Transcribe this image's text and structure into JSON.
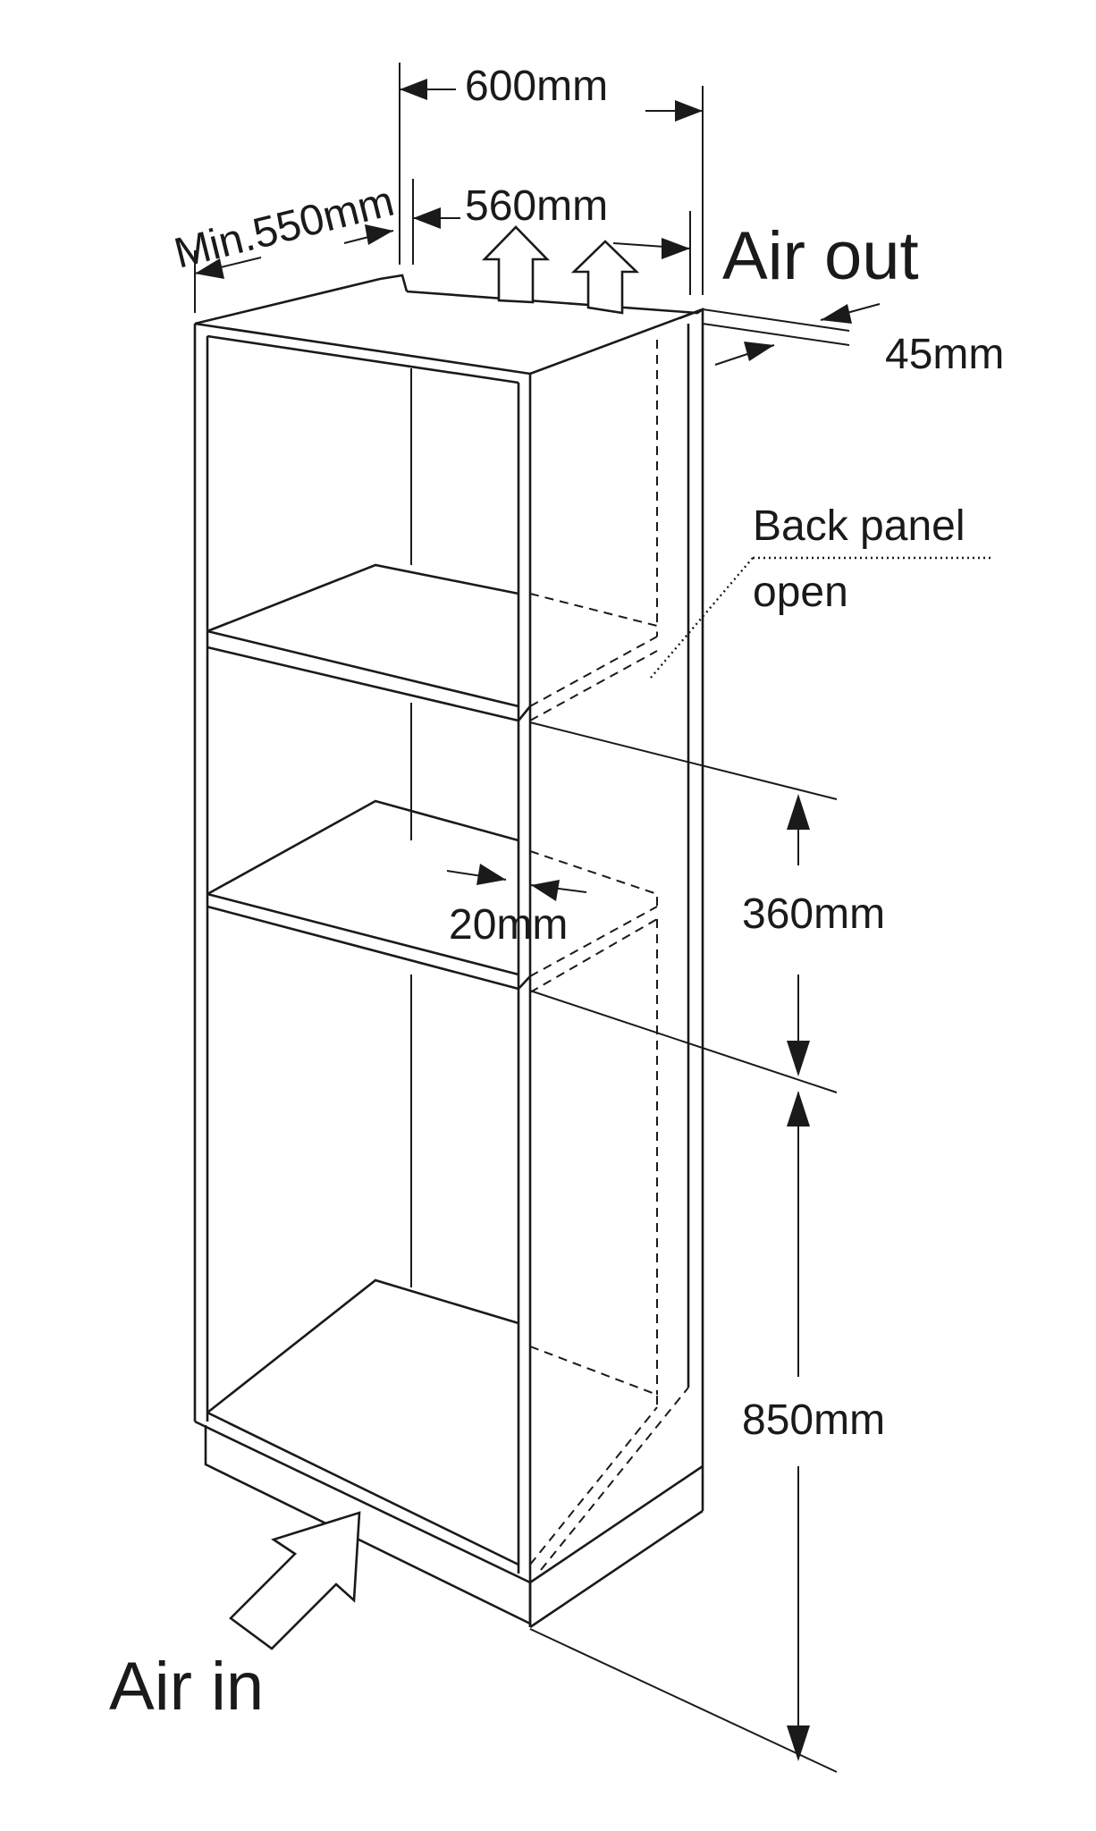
{
  "labels": {
    "width_overall": "600mm",
    "width_inner": "560mm",
    "depth_min": "Min.550mm",
    "air_out": "Air out",
    "vent_gap": "45mm",
    "back_panel_line1": "Back panel",
    "back_panel_line2": "open",
    "shelf_gap": "20mm",
    "oven_height": "360mm",
    "base_height": "850mm",
    "air_in": "Air in"
  },
  "icons": {
    "air_out": "up-arrow-icon",
    "air_in": "diagonal-arrow-icon"
  },
  "colors": {
    "line": "#1a1a1a",
    "background": "#ffffff"
  }
}
